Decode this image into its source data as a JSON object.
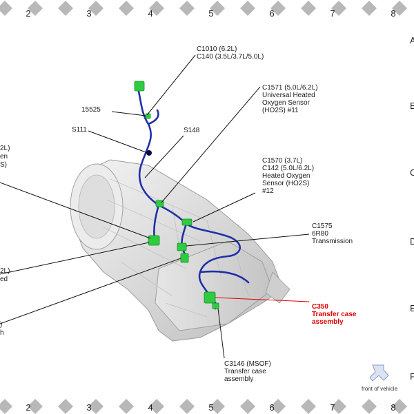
{
  "grid": {
    "columns": [
      "2",
      "3",
      "4",
      "5",
      "6",
      "7",
      "8"
    ],
    "rows": [
      "A",
      "B",
      "C",
      "D",
      "E",
      "F"
    ]
  },
  "labels": {
    "c1010": [
      "C1010 (6.2L)",
      "C140 (3.5L/3.7L/5.0L)"
    ],
    "c1571": [
      "C1571 (5.0L/6.2L)",
      "Universal Heated",
      "Oxygen Sensor",
      "(HO2S) #11"
    ],
    "c15525": "15525",
    "s111": "S111",
    "s148": "S148",
    "c1570": [
      "C1570 (3.7L)",
      "C142 (5.0L/6.2L)",
      "Heated Oxygen",
      "Sensor (HO2S)",
      "#12"
    ],
    "c1575": [
      "C1575",
      "6R80",
      "Transmission"
    ],
    "c350": [
      "C350",
      "Transfer case",
      "assembly"
    ],
    "c3146": [
      "C3146 (MSOF)",
      "Transfer case",
      "assembly"
    ],
    "left_cut_1": [
      "2L)",
      "en",
      "S)"
    ],
    "left_cut_2": [
      "2L)",
      "ed"
    ],
    "left_cut_3": [
      ")",
      "h"
    ],
    "front_of_vehicle": "front of vehicle"
  },
  "colors": {
    "harness": "#1f2fa8",
    "connector": "#2ecc40",
    "callout_red": "#e00000",
    "leader": "#111111",
    "marker": "#b8b8b8"
  }
}
